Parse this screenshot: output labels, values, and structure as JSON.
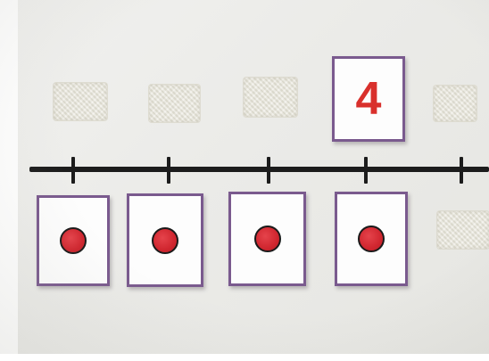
{
  "number_card": {
    "numeral": "4",
    "numeral_color": "#d9302c"
  },
  "dot_cards": {
    "count": 4,
    "dot_color": "#d0262f",
    "border_color": "#7a5a8e"
  },
  "number_line": {
    "tick_count": 5,
    "line_color": "#1c1c1c"
  }
}
